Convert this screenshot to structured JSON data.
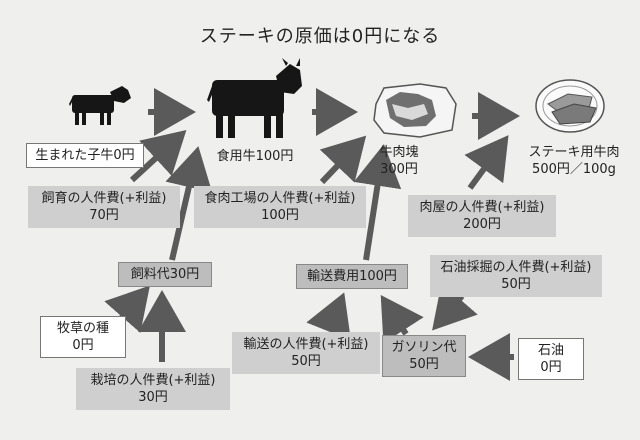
{
  "title": "ステーキの原価は0円になる",
  "items": {
    "calf": {
      "lines": [
        "生まれた子牛0円"
      ]
    },
    "beef_cow": {
      "lines": [
        "食用牛100円"
      ]
    },
    "beef_block": {
      "lines": [
        "牛肉塊",
        "300円"
      ]
    },
    "steak": {
      "lines": [
        "ステーキ用牛肉",
        "500円／100g"
      ]
    },
    "rearing_labor": {
      "lines": [
        "飼育の人件費(+利益)",
        "70円"
      ]
    },
    "plant_labor": {
      "lines": [
        "食肉工場の人件費(+利益)",
        "100円"
      ]
    },
    "butcher_labor": {
      "lines": [
        "肉屋の人件費(+利益)",
        "200円"
      ]
    },
    "feed": {
      "lines": [
        "飼料代30円"
      ]
    },
    "transport": {
      "lines": [
        "輸送費用100円"
      ]
    },
    "oil_labor": {
      "lines": [
        "石油採掘の人件費(+利益)",
        "50円"
      ]
    },
    "seed": {
      "lines": [
        "牧草の種",
        "0円"
      ]
    },
    "cultivation_labor": {
      "lines": [
        "栽培の人件費(+利益)",
        "30円"
      ]
    },
    "transport_labor": {
      "lines": [
        "輸送の人件費(+利益)",
        "50円"
      ]
    },
    "gasoline": {
      "lines": [
        "ガソリン代",
        "50円"
      ]
    },
    "oil": {
      "lines": [
        "石油",
        "0円"
      ]
    }
  },
  "icons": [
    "calf-icon",
    "cow-icon",
    "beef-block-icon",
    "steak-plate-icon"
  ],
  "colors": {
    "arrow": "#5a5a5a",
    "icon": "#161616",
    "gray_box": "#cfcfcf"
  }
}
